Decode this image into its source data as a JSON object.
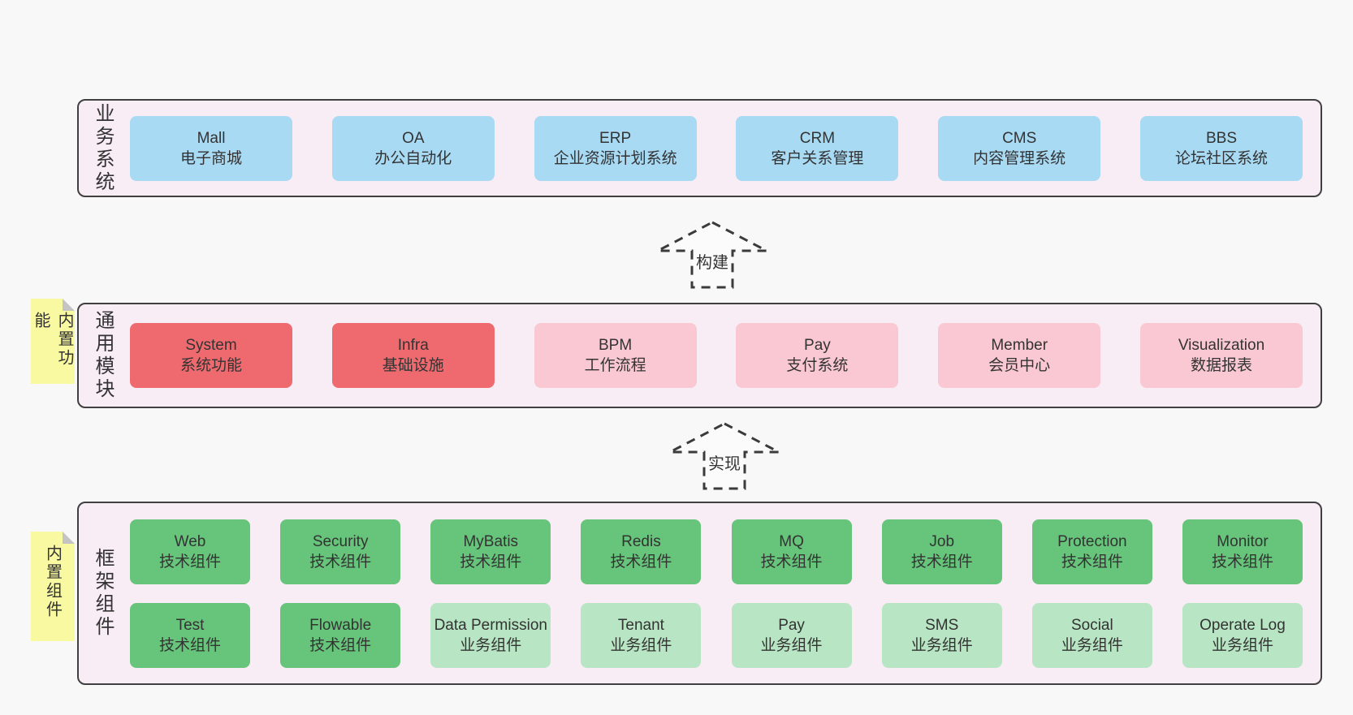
{
  "layers": [
    {
      "label": "业务系统",
      "boxes": [
        {
          "name": "Mall",
          "desc": "电子商城"
        },
        {
          "name": "OA",
          "desc": "办公自动化"
        },
        {
          "name": "ERP",
          "desc": "企业资源计划系统"
        },
        {
          "name": "CRM",
          "desc": "客户关系管理"
        },
        {
          "name": "CMS",
          "desc": "内容管理系统"
        },
        {
          "name": "BBS",
          "desc": "论坛社区系统"
        }
      ]
    },
    {
      "label": "通用模块",
      "note": "内置功能",
      "boxes": [
        {
          "name": "System",
          "desc": "系统功能"
        },
        {
          "name": "Infra",
          "desc": "基础设施"
        },
        {
          "name": "BPM",
          "desc": "工作流程"
        },
        {
          "name": "Pay",
          "desc": "支付系统"
        },
        {
          "name": "Member",
          "desc": "会员中心"
        },
        {
          "name": "Visualization",
          "desc": "数据报表"
        }
      ]
    },
    {
      "label": "框架组件",
      "note": "内置组件",
      "rows": [
        [
          {
            "name": "Web",
            "desc": "技术组件"
          },
          {
            "name": "Security",
            "desc": "技术组件"
          },
          {
            "name": "MyBatis",
            "desc": "技术组件"
          },
          {
            "name": "Redis",
            "desc": "技术组件"
          },
          {
            "name": "MQ",
            "desc": "技术组件"
          },
          {
            "name": "Job",
            "desc": "技术组件"
          },
          {
            "name": "Protection",
            "desc": "技术组件"
          },
          {
            "name": "Monitor",
            "desc": "技术组件"
          }
        ],
        [
          {
            "name": "Test",
            "desc": "技术组件"
          },
          {
            "name": "Flowable",
            "desc": "技术组件"
          },
          {
            "name": "Data Permission",
            "desc": "业务组件"
          },
          {
            "name": "Tenant",
            "desc": "业务组件"
          },
          {
            "name": "Pay",
            "desc": "业务组件"
          },
          {
            "name": "SMS",
            "desc": "业务组件"
          },
          {
            "name": "Social",
            "desc": "业务组件"
          },
          {
            "name": "Operate Log",
            "desc": "业务组件"
          }
        ]
      ]
    }
  ],
  "arrows": [
    {
      "label": "构建"
    },
    {
      "label": "实现"
    }
  ],
  "colors": {
    "page_bg": "#f8f8f8",
    "layer_bg": "#f8ecf5",
    "layer_border": "#404040",
    "business_system_box": "#a8daf4",
    "core_module_box": "#ee6a6e",
    "optional_module_box": "#f9c8d2",
    "tech_component_box": "#66c57a",
    "biz_component_box": "#b8e5c3",
    "sticky_note_bg": "#f9f9a1",
    "arrow_dash": "#3b3b3b"
  }
}
